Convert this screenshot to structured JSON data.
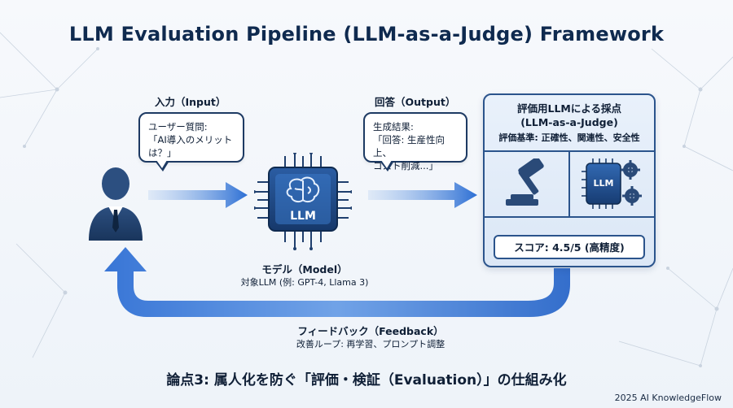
{
  "title": "LLM Evaluation Pipeline (LLM-as-a-Judge) Framework",
  "input": {
    "label": "入力（Input）",
    "bubble_line1": "ユーザー質問:",
    "bubble_line2": "「AI導入のメリット",
    "bubble_line3": "は？」"
  },
  "model": {
    "chip_label": "LLM",
    "label": "モデル（Model）",
    "sub": "対象LLM (例: GPT-4, Llama 3)"
  },
  "output": {
    "label": "回答（Output）",
    "bubble_line1": "生成結果:",
    "bubble_line2": "「回答: 生産性向上、",
    "bubble_line3": "コスト削減...」"
  },
  "judge": {
    "title_line1": "評価用LLMによる採点",
    "title_line2": "(LLM-as-a-Judge)",
    "criteria": "評価基準: 正確性、関連性、安全性",
    "chip_label": "LLM",
    "score": "スコア: 4.5/5 (高精度)"
  },
  "feedback": {
    "label": "フィードバック（Feedback）",
    "sub": "改善ループ: 再学習、プロンプト調整"
  },
  "caption": "論点3: 属人化を防ぐ「評価・検証（Evaluation）」の仕組み化",
  "footer": "2025 AI KnowledgeFlow"
}
